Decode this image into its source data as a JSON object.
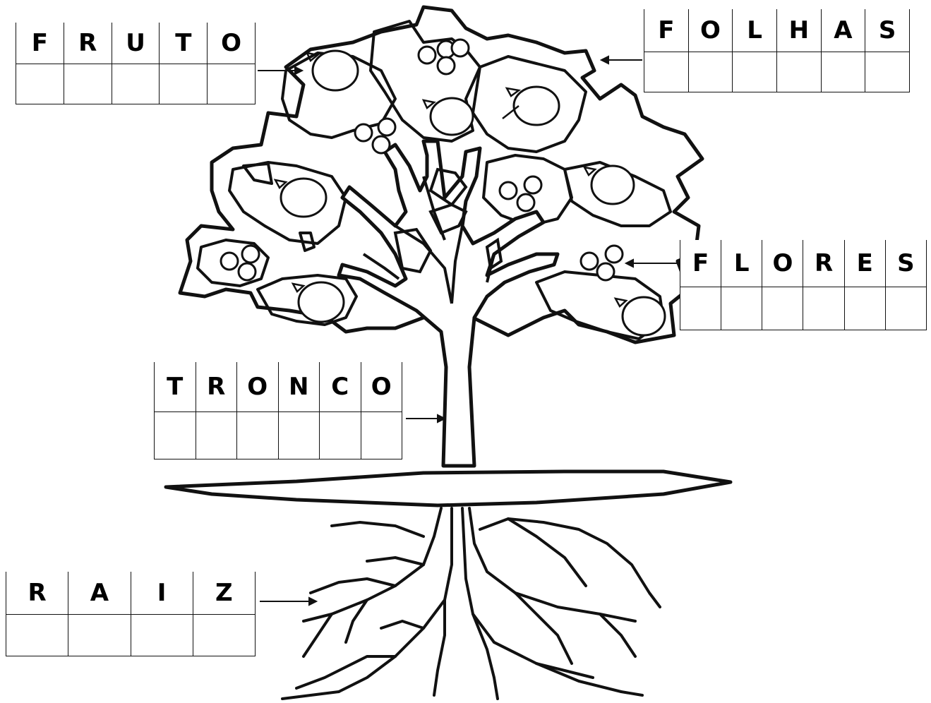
{
  "labels": {
    "fruto": {
      "letters": [
        "F",
        "R",
        "U",
        "T",
        "O"
      ]
    },
    "folhas": {
      "letters": [
        "F",
        "O",
        "L",
        "H",
        "A",
        "S"
      ]
    },
    "flores": {
      "letters": [
        "F",
        "L",
        "O",
        "R",
        "E",
        "S"
      ]
    },
    "tronco": {
      "letters": [
        "T",
        "R",
        "O",
        "N",
        "C",
        "O"
      ]
    },
    "raiz": {
      "letters": [
        "R",
        "A",
        "I",
        "Z"
      ]
    }
  },
  "colors": {
    "ink": "#111111",
    "paper": "#ffffff"
  }
}
